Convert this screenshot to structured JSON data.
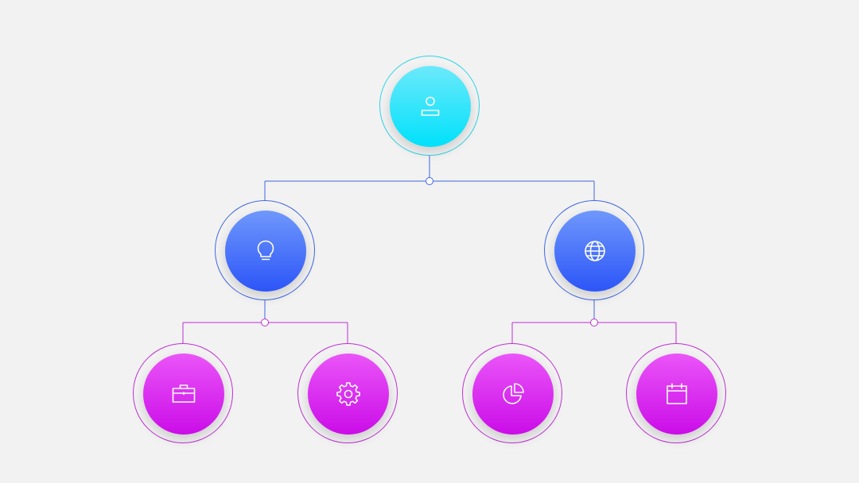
{
  "diagram": {
    "colors": {
      "background": "#f2f2f2",
      "top_gradient": [
        "#6ce9fb",
        "#00e1fb"
      ],
      "top_ring": "#2dd4e8",
      "mid_gradient": [
        "#6f98fc",
        "#2c55f8"
      ],
      "mid_ring": "#3f66e6",
      "leaf_gradient": [
        "#ea55f8",
        "#cb0de8"
      ],
      "leaf_ring": "#bf2fd6",
      "icon_stroke": "#ffffff"
    },
    "nodes": [
      {
        "id": "root",
        "level": "top",
        "icon": "user-icon"
      },
      {
        "id": "idea",
        "level": "mid",
        "parent": "root",
        "icon": "lightbulb-icon"
      },
      {
        "id": "global",
        "level": "mid",
        "parent": "root",
        "icon": "globe-icon"
      },
      {
        "id": "business",
        "level": "leaf",
        "parent": "idea",
        "icon": "briefcase-icon"
      },
      {
        "id": "settings",
        "level": "leaf",
        "parent": "idea",
        "icon": "gear-icon"
      },
      {
        "id": "analytics",
        "level": "leaf",
        "parent": "global",
        "icon": "pie-chart-icon"
      },
      {
        "id": "schedule",
        "level": "leaf",
        "parent": "global",
        "icon": "calendar-icon"
      }
    ]
  }
}
